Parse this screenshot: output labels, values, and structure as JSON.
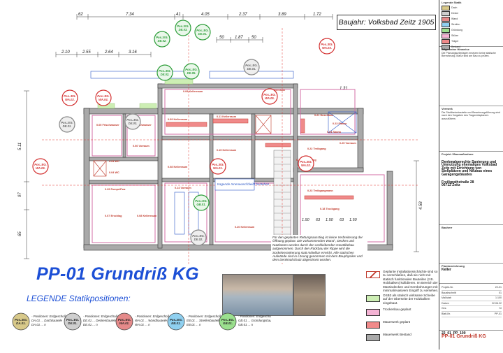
{
  "header": {
    "baujahr": "Baujahr: Volksbad Zeitz 1905"
  },
  "title": "PP-01 Grundriß KG",
  "dimensions_top": [
    "62",
    "7.34",
    "41",
    "4.05",
    "2.37",
    "3.89",
    "1.72"
  ],
  "dimensions_second": [
    "50",
    "1.87",
    "50"
  ],
  "dimensions_third": [
    "2.10",
    "2.55",
    "2.64",
    "3.16"
  ],
  "dimensions_left": [
    "5.11",
    "97",
    "65"
  ],
  "dimensions_right": [
    "4.58",
    "1.31"
  ],
  "dimensions_bottom_right": [
    "1.50",
    "63",
    "1.50",
    "63",
    "1.50"
  ],
  "rooms": [
    {
      "id": "r1",
      "label": "0.05 Frischwasser"
    },
    {
      "id": "r2",
      "label": "0.05 Frischwasser"
    },
    {
      "id": "r3",
      "label": "0.03 WC"
    },
    {
      "id": "r4",
      "label": "0.04 WC"
    },
    {
      "id": "r5",
      "label": "0.06 Vorraum"
    },
    {
      "id": "r6",
      "label": "0.09 Kellerraum"
    },
    {
      "id": "r7",
      "label": "0.13 Kellerraum"
    },
    {
      "id": "r8",
      "label": "0.09 Kellerraum"
    },
    {
      "id": "r9",
      "label": "0.11 Kellerraum"
    },
    {
      "id": "r10",
      "label": "0.29 Pumpe/Pwz"
    },
    {
      "id": "r11",
      "label": "0.07 Erschlag"
    },
    {
      "id": "r12",
      "label": "0.08 Kellerraum"
    },
    {
      "id": "r13",
      "label": "0.08 Kellerraum"
    },
    {
      "id": "r14",
      "label": "0.14 Vorraum"
    },
    {
      "id": "r15",
      "label": "0.15 Kellerraum"
    },
    {
      "id": "r16",
      "label": "0.16 Vorraum"
    },
    {
      "id": "r17",
      "label": "0.20 Kellerraum"
    },
    {
      "id": "r18",
      "label": "0.21 Duschbau"
    },
    {
      "id": "r19",
      "label": "0.22 Treibgang"
    },
    {
      "id": "r20",
      "label": "0.23 Flasen"
    },
    {
      "id": "r21",
      "label": "0.24 Sauna"
    },
    {
      "id": "r22",
      "label": "0.25 Vorraum"
    },
    {
      "id": "r23",
      "label": "0.31 Treibsgang"
    },
    {
      "id": "r24",
      "label": "0.23 Treibgangmann"
    },
    {
      "id": "r25",
      "label": "0.18 Trockgang"
    },
    {
      "id": "r26",
      "label": "0.25 Vorrsan"
    }
  ],
  "wall_note": "tragende Innenwand bleibt bestehen",
  "note_text": "Für den geplanten Rettungsausstieg ist keine Verbreiterung der Öffnung geplant. Die vorkommenden Wand-, Decken und Nutzlasten werden durch den verbleibenden Gewölbebau aufgenommen. Durch den Rückbau der Rippe wird die Sockelverankerung statt mittelbar erreicht. Alle statischen Aufwände sind in Lösung genommen mit dem Bauphysiker und dem Denkmalschutz abgestimmt worden.",
  "pos_markers": [
    {
      "id": "m1",
      "line1": "Pos.:EG.",
      "line2": "DE.02.",
      "color": "green"
    },
    {
      "id": "m2",
      "line1": "Pos.:EG.",
      "line2": "DE.01.",
      "color": "green"
    },
    {
      "id": "m3",
      "line1": "Pos.:EG.",
      "line2": "DE.03.",
      "color": "green"
    },
    {
      "id": "m4",
      "line1": "Pos.:EG.",
      "line2": "WA.02.",
      "color": "red"
    },
    {
      "id": "m5",
      "line1": "Pos.:EG.",
      "line2": "WA.04.",
      "color": "red"
    },
    {
      "id": "m6",
      "line1": "Pos.:EG.",
      "line2": "DE.02.",
      "color": "green"
    },
    {
      "id": "m7",
      "line1": "Pos.:EG.",
      "line2": "DE.05.",
      "color": "green"
    },
    {
      "id": "m8",
      "line1": "Pos.:EG.",
      "line2": "DE.01.",
      "color": "grey"
    },
    {
      "id": "m9",
      "line1": "Pos.:EG.",
      "line2": "WA.05.",
      "color": "red"
    },
    {
      "id": "m10",
      "line1": "Pos.:EG.",
      "line2": "WA.03.",
      "color": "red"
    },
    {
      "id": "m11",
      "line1": "Pos.:EG.",
      "line2": "DE.01.",
      "color": "grey"
    },
    {
      "id": "m12",
      "line1": "Pos.:EG.",
      "line2": "DE.03.",
      "color": "grey"
    },
    {
      "id": "m13",
      "line1": "Pos.:EG.",
      "line2": "WA.06.",
      "color": "red"
    },
    {
      "id": "m14",
      "line1": "Pos.:EG.",
      "line2": "WA.01.",
      "color": "red"
    },
    {
      "id": "m15",
      "line1": "Pos.:EG.",
      "line2": "WA.02.",
      "color": "red"
    },
    {
      "id": "m16",
      "line1": "Pos.:EG.",
      "line2": "DE.02.",
      "color": "grey"
    },
    {
      "id": "m17",
      "line1": "Pos.:EG.",
      "line2": "GB.01.",
      "color": "green"
    }
  ],
  "legend": {
    "heading": "LEGENDE Statikpositionen:",
    "items": [
      {
        "code1": "Pos.:EG.",
        "code2": "DA.01.",
        "color": "#d8c98a",
        "l1": "- Positionen: Erdgeschoß",
        "l2": "DA.01 ... Dachbauteile",
        "l3": "DA.01 ... n"
      },
      {
        "code1": "Pos.:EG.",
        "code2": "DE.01.",
        "color": "#cfcfcf",
        "l1": "- Positionen: Erdgeschoß",
        "l2": "DE.01 ... Deckenbauteile",
        "l3": "DE.01 ... n"
      },
      {
        "code1": "Pos.:EG.",
        "code2": "WA.01.",
        "color": "#e58a8a",
        "l1": "- Positionen: Erdgeschoß",
        "l2": "WA.01 ... Wandbauteile",
        "l3": "WA.01 ... n"
      },
      {
        "code1": "Pos.:EG.",
        "code2": "EB.01.",
        "color": "#8fd0f0",
        "l1": "- Positionen: Erdgeschoß",
        "l2": "EB.01 ... Streifenbauteile",
        "l3": "EB.01 ... n"
      },
      {
        "code1": "Pos.:EG.",
        "code2": "GB.01.",
        "color": "#9be08e",
        "l1": "- Positionen: Erdgeschoß",
        "l2": "GB.01 ... Gründungsbauteile",
        "l3": "GB.01 ... n"
      }
    ]
  },
  "materials": [
    {
      "color": "#ffffff",
      "border": "#c0392b",
      "text": "Geplante Installationsschächte sind so zu verschließen, daß sie nicht mit statisch funktionalen Bauteilen (z.B. Holzbalken) kollidieren. Im Bereich der Massivdecken und Kernbohrungen mit minimalinvasivem Eingriff zu versehen."
    },
    {
      "color": "#cdeeb4",
      "border": "#333",
      "text": "OSB3 als statisch wirksame Scheibe auf der Oberseite der Holzbalken eingebaut."
    },
    {
      "color": "#f4b3d4",
      "border": "#333",
      "text": "Trockenbau geplant"
    },
    {
      "color": "#f08a8a",
      "border": "#333",
      "text": "Mauerwerk geplant"
    },
    {
      "color": "#a9a9a9",
      "border": "#333",
      "text": "Mauerwerk Bestand"
    }
  ],
  "titleblock": {
    "legend_title": "Legende Statik",
    "legend_items": [
      "Dach",
      "Decke",
      "Wand",
      "Streifen",
      "Gründung",
      "Stütze",
      "Träger",
      "Bestand"
    ],
    "notes_title": "Allgemeine Hinweise",
    "notes_text": "Die Planungsunterlagen ersetzen keine statische Berechnung. Maße sind am Bau zu prüfen.",
    "remarks_title": "Vermerk",
    "remarks_text": "Die Stahlbetonbauteile und Bewehrungsführung sind nach den Vorgaben des Tragwerksplaners auszuführen.",
    "project_title": "Projekt / Baumaßnahme",
    "project_text": "Denkmalgerechte Sanierung und Umnutzung ehemaliges Volksbad Zeitz mit Errichtung von Stellplätzen und Neubau eines Garagengebäudes",
    "address1": "Freiligrathstraße 28",
    "address2": "06712 Zeitz",
    "client_title": "Bauherr",
    "drawing_title": "Planbezeichnung",
    "drawing_type": "Keller",
    "field_labels": [
      "Projekt-Nr.",
      "Bauabschnitt",
      "Maßstab",
      "Datum",
      "Gez.",
      "Blatt-Nr."
    ],
    "field_values": [
      "22-01",
      "01",
      "1:100",
      "22.06.22",
      "KI",
      "PP-01"
    ],
    "plan_number": "22_01_PP_100",
    "plan_title_footer": "PP-01 Grundriß KG"
  }
}
